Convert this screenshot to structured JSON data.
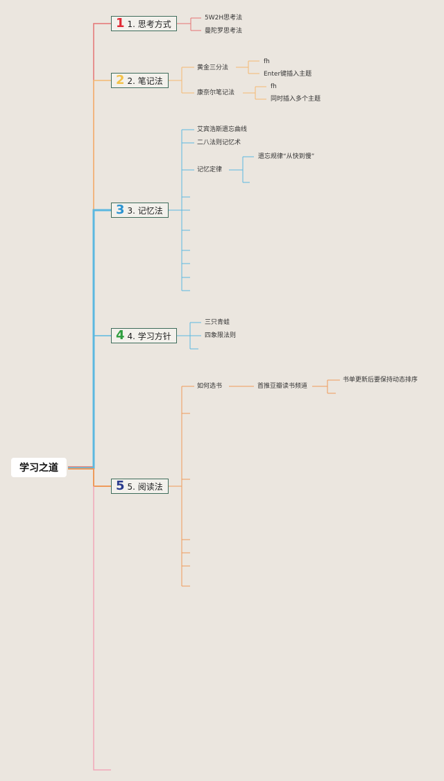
{
  "root": "学习之道",
  "branches": [
    {
      "id": "b1",
      "num": "1",
      "label": "1. 思考方式",
      "color": "#e8474f",
      "children": [
        "5W2H思考法",
        "曼陀罗思考法"
      ]
    },
    {
      "id": "b2",
      "num": "2",
      "label": "2. 笔记法",
      "color": "#f3c24a",
      "children": [
        {
          "label": "黄金三分法",
          "children": [
            "fh",
            "Enter键插入主题"
          ]
        },
        {
          "label": "康奈尔笔记法",
          "children": [
            "fh",
            "同时插入多个主题"
          ]
        }
      ]
    },
    {
      "id": "b3",
      "num": "3",
      "label": "3. 记忆法",
      "color": "#3aa1d6",
      "children": [
        "艾宾浩斯遗忘曲线",
        "二八法则记忆术",
        {
          "label": "记忆定律",
          "children": [
            "遗忘规律“从快到慢”"
          ]
        }
      ]
    },
    {
      "id": "b4",
      "num": "4",
      "label": "4. 学习方针",
      "color": "#2f9e3f",
      "children": [
        "三只青蛙",
        "四象限法则"
      ]
    },
    {
      "id": "b5",
      "num": "5",
      "label": "5. 阅读法",
      "color": "#2a3a8c",
      "children": [
        {
          "label": "如何选书",
          "children": [
            {
              "label": "首推豆瓣读书频道",
              "children": [
                "书单更新后要保持动态排序"
              ]
            }
          ]
        }
      ]
    }
  ],
  "colors": {
    "background": "#ebe6df",
    "line_red": "#e57373",
    "line_orange": "#f5b872",
    "line_blue": "#5bb8e0",
    "line_orange_dark": "#ef9a5a",
    "line_pink": "#f2a6b8",
    "box_border": "#3d6b5a"
  }
}
